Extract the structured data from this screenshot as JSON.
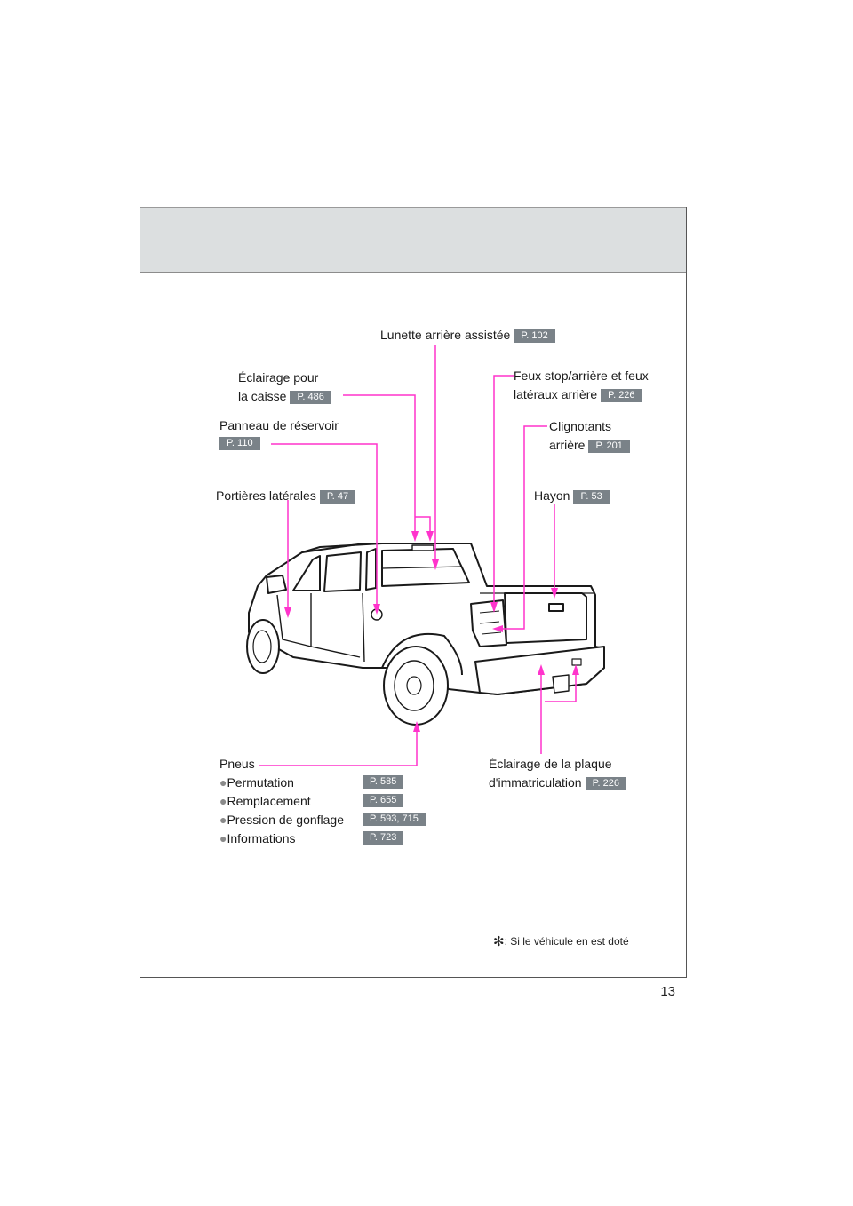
{
  "page": {
    "number": "13"
  },
  "colors": {
    "leader": "#ff33cc",
    "ref_badge": "#7a8288",
    "header_band": "#dcdfe0"
  },
  "labels": {
    "lunette": {
      "text": "Lunette arrière assistée",
      "ref": "P. 102"
    },
    "eclairage_caisse": {
      "line1": "Éclairage pour",
      "line2": "la caisse",
      "ref": "P. 486"
    },
    "feux": {
      "line1": "Feux stop/arrière et feux",
      "line2": "latéraux arrière",
      "ref": "P. 226"
    },
    "panneau": {
      "line1": "Panneau de réservoir",
      "ref": "P. 110"
    },
    "clignotants": {
      "line1": "Clignotants",
      "line2": "arrière",
      "ref": "P. 201"
    },
    "portieres": {
      "text": "Portières latérales",
      "ref": "P. 47"
    },
    "hayon": {
      "text": "Hayon",
      "ref": "P. 53"
    },
    "pneus": {
      "title": "Pneus",
      "bullet": "●",
      "items": [
        {
          "label": "Permutation",
          "ref": "P. 585"
        },
        {
          "label": "Remplacement",
          "ref": "P. 655"
        },
        {
          "label": "Pression de gonflage",
          "ref": "P. 593, 715"
        },
        {
          "label": "Informations",
          "ref": "P. 723"
        }
      ]
    },
    "plaque": {
      "line1": "Éclairage de la plaque",
      "line2": "d'immatriculation",
      "ref": "P. 226"
    }
  },
  "footnote": {
    "symbol": "✻",
    "text": ": Si le véhicule en est doté"
  }
}
